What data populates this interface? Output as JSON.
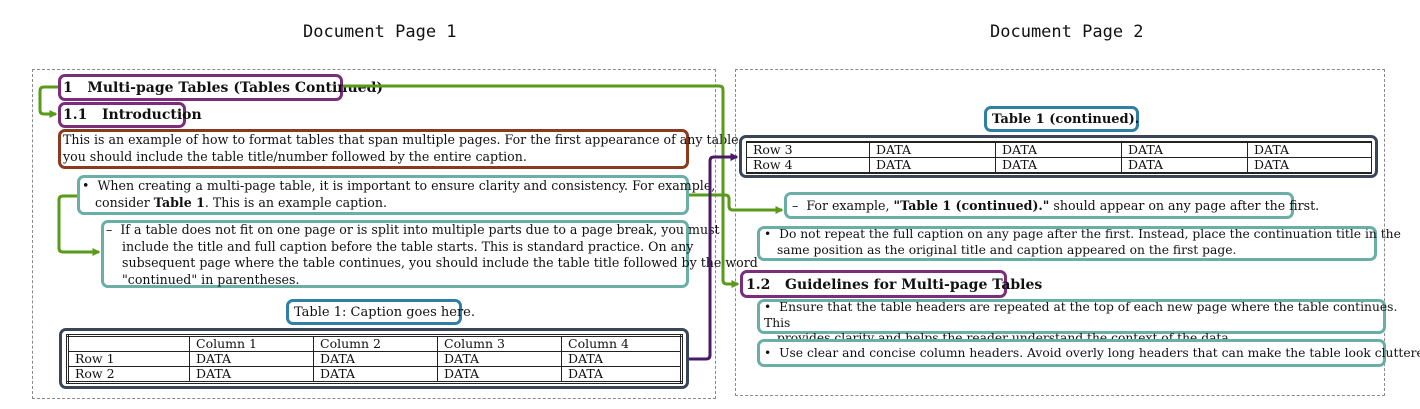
{
  "labels": {
    "page1": "Document Page 1",
    "page2": "Document Page 2"
  },
  "page1": {
    "section_heading": {
      "number": "1",
      "title": "Multi-page Tables (Tables Continued)"
    },
    "subsection_heading": {
      "number": "1.1",
      "title": "Introduction"
    },
    "intro_paragraph": [
      "This is an example of how to format tables that span multiple pages. For the first appearance of any table,",
      "you should include the table title/number followed by the entire caption."
    ],
    "bullet1": {
      "marker": "•",
      "line1": "When creating a multi-page table, it is important to ensure clarity and consistency.  For example,",
      "line2_before": "consider ",
      "line2_bold": "Table 1",
      "line2_after": ".  This is an example caption."
    },
    "subbullet": {
      "marker": "–",
      "lines": [
        "If a table does not fit on one page or is split into multiple parts due to a page break, you must",
        "include the title and full caption before the table starts.  This is standard practice.  On any",
        "subsequent page where the table continues, you should include the table title followed by the word",
        "\"continued\" in parentheses."
      ]
    },
    "table_caption": "Table 1: Caption goes here.",
    "table": {
      "header": [
        "",
        "Column 1",
        "Column 2",
        "Column 3",
        "Column 4"
      ],
      "rows": [
        [
          "Row 1",
          "DATA",
          "DATA",
          "DATA",
          "DATA"
        ],
        [
          "Row 2",
          "DATA",
          "DATA",
          "DATA",
          "DATA"
        ]
      ]
    }
  },
  "page2": {
    "table_caption": "Table 1 (continued).",
    "table": {
      "rows": [
        [
          "Row 3",
          "DATA",
          "DATA",
          "DATA",
          "DATA"
        ],
        [
          "Row 4",
          "DATA",
          "DATA",
          "DATA",
          "DATA"
        ]
      ]
    },
    "example_bullet": {
      "marker": "–",
      "before": "For example, ",
      "bold": "\"Table 1 (continued).\"",
      "after": " should appear on any page after the first."
    },
    "bullet_repeat": {
      "marker": "•",
      "lines": [
        "Do not repeat the full caption on any page after the first.  Instead, place the continuation title in the",
        "same position as the original title and caption appeared on the first page."
      ]
    },
    "subsection_heading": {
      "number": "1.2",
      "title": "Guidelines for Multi-page Tables"
    },
    "bullet_headers": {
      "marker": "•",
      "lines": [
        "Ensure that the table headers are repeated at the top of each new page where the table continues.  This",
        "provides clarity and helps the reader understand the context of the data."
      ]
    },
    "bullet_columns": {
      "marker": "•",
      "text": "Use clear and concise column headers.  Avoid overly long headers that can make the table look cluttered."
    }
  },
  "colors": {
    "heading_box": "#7b2d7b",
    "paragraph_box": "#8b3a1e",
    "bullet_box": "#6aaea8",
    "caption_box": "#2f7fa6",
    "table_box": "#3a4658",
    "arrow_green": "#5a9a1a",
    "arrow_purple": "#4a1a6a"
  }
}
